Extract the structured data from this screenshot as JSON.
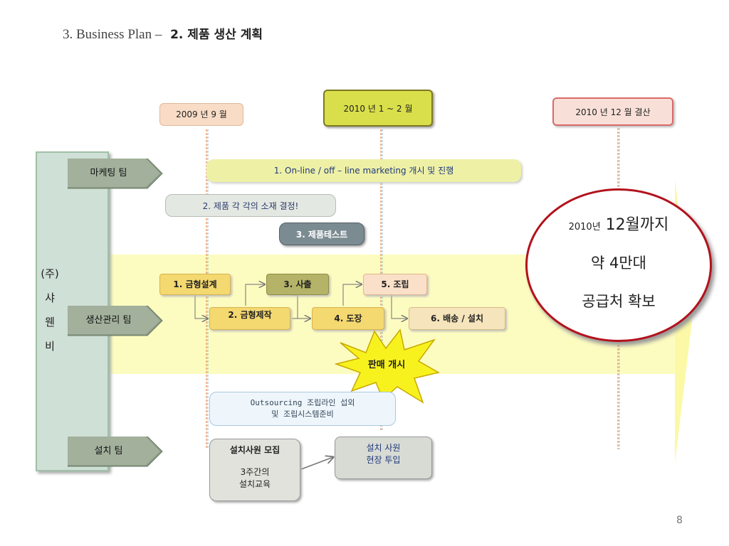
{
  "title": {
    "section": "3.  Business Plan –",
    "subtitle": "2.  제품 생산 계획"
  },
  "company": {
    "lines": [
      "(주)",
      "샤",
      "웬",
      "비"
    ]
  },
  "teams": {
    "marketing": "마케팅  팀",
    "production": "생산관리  팀",
    "install": "설치  팀"
  },
  "dates": {
    "start": "2009 년   9 월",
    "launch": "2010 년    1 ~ 2 월",
    "end": "2010 년    12 월 결산"
  },
  "marketing": {
    "online": "1. On-line  /  off – line  marketing    개시   및  진행"
  },
  "materials": "2.  제품 각 각의 소재 결정!",
  "product_test": "3. 제품테스트",
  "production_steps": {
    "s1": "1. 금형설계",
    "s2": "2.  금형제작",
    "s3": "3.  사출",
    "s4": "4.  도장",
    "s5": "5.  조립",
    "s6": "6.  배송 / 설치"
  },
  "launch_burst": "판매 개시",
  "outsourcing": {
    "line1": "Outsourcing  조립라인 섭외",
    "line2": "및 조립시스템준비"
  },
  "recruit": {
    "title": "설치사원 모집",
    "line1": "3주간의",
    "line2": "설치교육"
  },
  "deploy": {
    "line1": "설치 사원",
    "line2": "현장 투입"
  },
  "goal": {
    "year": "2010년",
    "month": "12월까지",
    "amount": "약 4만대",
    "target": "공급처 확보"
  },
  "page_number": "8",
  "colors": {
    "band": "#fdfcc0",
    "goal_border": "#b3121c",
    "burst": "#f7f21e"
  }
}
